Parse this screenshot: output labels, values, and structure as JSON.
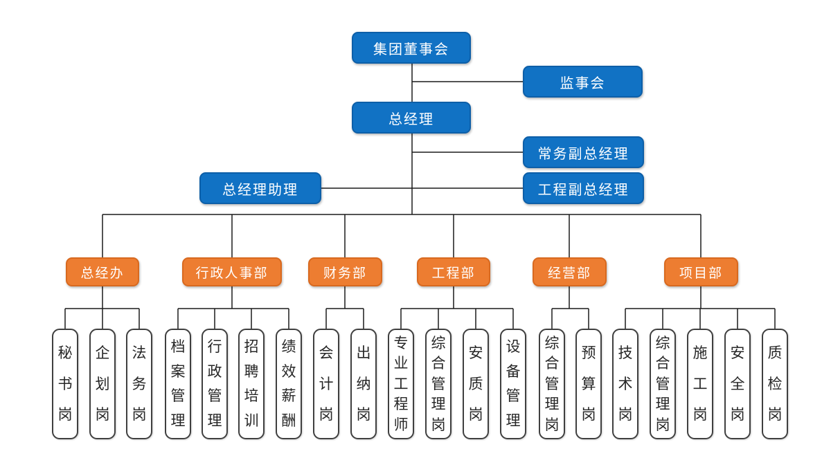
{
  "palette": {
    "node_blue_fill": "#1172C4",
    "node_blue_border": "#0D5FA8",
    "node_orange_fill": "#ED7D31",
    "node_orange_border": "#D8691F",
    "post_fill": "#FFFFFF",
    "post_border": "#3F3F3F",
    "connector_line": "#1A1A1A",
    "text_on_color": "#FFFFFF",
    "text_dark": "#262626",
    "background": "#FFFFFF"
  },
  "org": {
    "executive": {
      "board": "集团董事会",
      "supervisory": "监事会",
      "gm": "总经理",
      "deputy_gm": "常务副总经理",
      "gm_assistant": "总经理助理",
      "engineering_vp": "工程副总经理"
    },
    "departments": [
      {
        "label": "总经办",
        "children": [
          "秘书岗",
          "企划岗",
          "法务岗"
        ]
      },
      {
        "label": "行政人事部",
        "children": [
          "档案管理",
          "行政管理",
          "招聘培训",
          "绩效薪酬"
        ]
      },
      {
        "label": "财务部",
        "children": [
          "会计岗",
          "出纳岗"
        ]
      },
      {
        "label": "工程部",
        "children": [
          "专业工程师",
          "综合管理岗",
          "安质岗",
          "设备管理"
        ]
      },
      {
        "label": "经营部",
        "children": [
          "综合管理岗",
          "预算岗"
        ]
      },
      {
        "label": "项目部",
        "children": [
          "技术岗",
          "综合管理岗",
          "施工岗",
          "安全岗",
          "质检岗"
        ]
      }
    ]
  }
}
